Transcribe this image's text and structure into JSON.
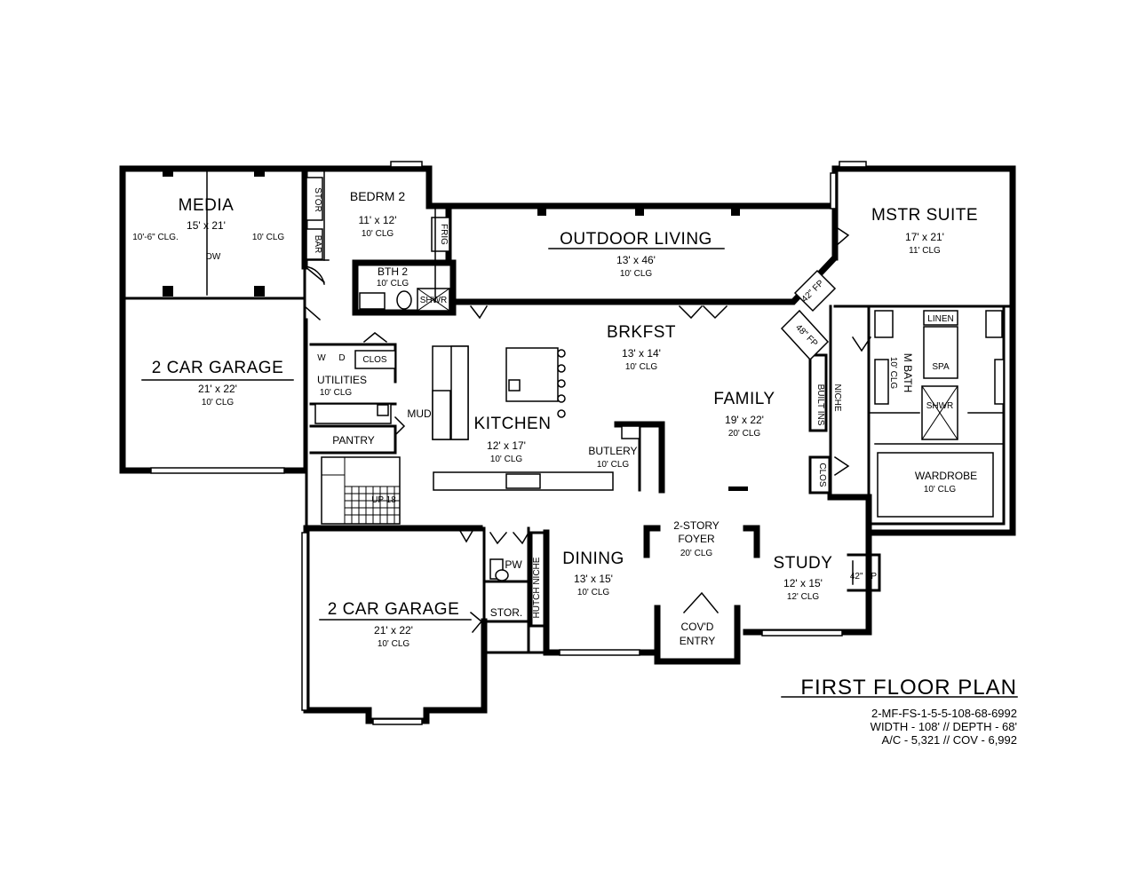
{
  "plan": {
    "title": "FIRST FLOOR PLAN",
    "plan_code": "2-MF-FS-1-5-5-108-68-6992",
    "dimensions": "WIDTH - 108' // DEPTH - 68'",
    "area": "A/C - 5,321 // COV - 6,992"
  },
  "rooms": {
    "media": {
      "name": "MEDIA",
      "size": "15' x 21'",
      "clg_a": "10'-6\" CLG.",
      "clg_b": "10' CLG",
      "dw": "DW"
    },
    "bedrm2": {
      "name": "BEDRM 2",
      "size": "11' x 12'",
      "clg": "10' CLG"
    },
    "bath2": {
      "name": "BTH 2",
      "clg": "10' CLG"
    },
    "outdoor": {
      "name": "OUTDOOR LIVING",
      "size": "13' x 46'",
      "clg": "10' CLG"
    },
    "mstr": {
      "name": "MSTR SUITE",
      "size": "17' x 21'",
      "clg": "11' CLG"
    },
    "garage1": {
      "name": "2 CAR GARAGE",
      "size": "21' x 22'",
      "clg": "10' CLG"
    },
    "brkfst": {
      "name": "BRKFST",
      "size": "13' x 14'",
      "clg": "10' CLG"
    },
    "family": {
      "name": "FAMILY",
      "size": "19' x 22'",
      "clg": "20' CLG"
    },
    "kitchen": {
      "name": "KITCHEN",
      "size": "12' x 17'",
      "clg": "10' CLG"
    },
    "butlery": {
      "name": "BUTLERY",
      "clg": "10' CLG"
    },
    "utilities": {
      "name": "UTILITIES",
      "clg": "10' CLG"
    },
    "pantry": {
      "name": "PANTRY"
    },
    "mud": {
      "name": "MUD"
    },
    "foyer": {
      "name_a": "2-STORY",
      "name_b": "FOYER",
      "clg": "20' CLG"
    },
    "dining": {
      "name": "DINING",
      "size": "13' x 15'",
      "clg": "10' CLG"
    },
    "study": {
      "name": "STUDY",
      "size": "12' x 15'",
      "clg": "12' CLG"
    },
    "garage2": {
      "name": "2 CAR GARAGE",
      "size": "21' x 22'",
      "clg": "10' CLG"
    },
    "entry": {
      "name_a": "COV'D",
      "name_b": "ENTRY"
    },
    "mbath": {
      "name": "M BATH",
      "clg": "10' CLG"
    },
    "wardrobe": {
      "name": "WARDROBE",
      "clg": "10' CLG"
    }
  },
  "fixtures": {
    "clos": "CLOS",
    "clos2": "CLOS",
    "stor": "STOR",
    "stor2": "STOR.",
    "bar": "BAR",
    "frig": "FRIG",
    "shwr": "SHWR",
    "shwr2": "SHWR",
    "linen": "LINEN",
    "spa": "SPA",
    "fp_a": "42\" FP",
    "fp_b": "48\" FP",
    "fp_c": "42\" FP",
    "built_ins": "BUILT INS",
    "niche": "NICHE",
    "hutch_niche": "HUTCH NICHE",
    "pw": "PW",
    "up": "UP 18",
    "w": "W",
    "d": "D"
  }
}
